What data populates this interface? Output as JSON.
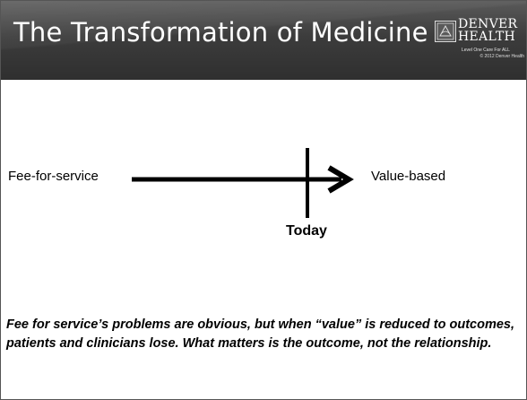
{
  "slide": {
    "title": "The Transformation of Medicine",
    "logo": {
      "line1": "DENVER",
      "line2": "HEALTH",
      "tagline": "Level One Care For ALL"
    },
    "copyright": "© 2012 Denver Health"
  },
  "diagram": {
    "left_label": "Fee-for-service",
    "right_label": "Value-based",
    "marker_label": "Today"
  },
  "footnote": "Fee for service’s problems are obvious, but when “value” is reduced to outcomes, patients and clinicians lose. What matters is the outcome, not the relationship."
}
